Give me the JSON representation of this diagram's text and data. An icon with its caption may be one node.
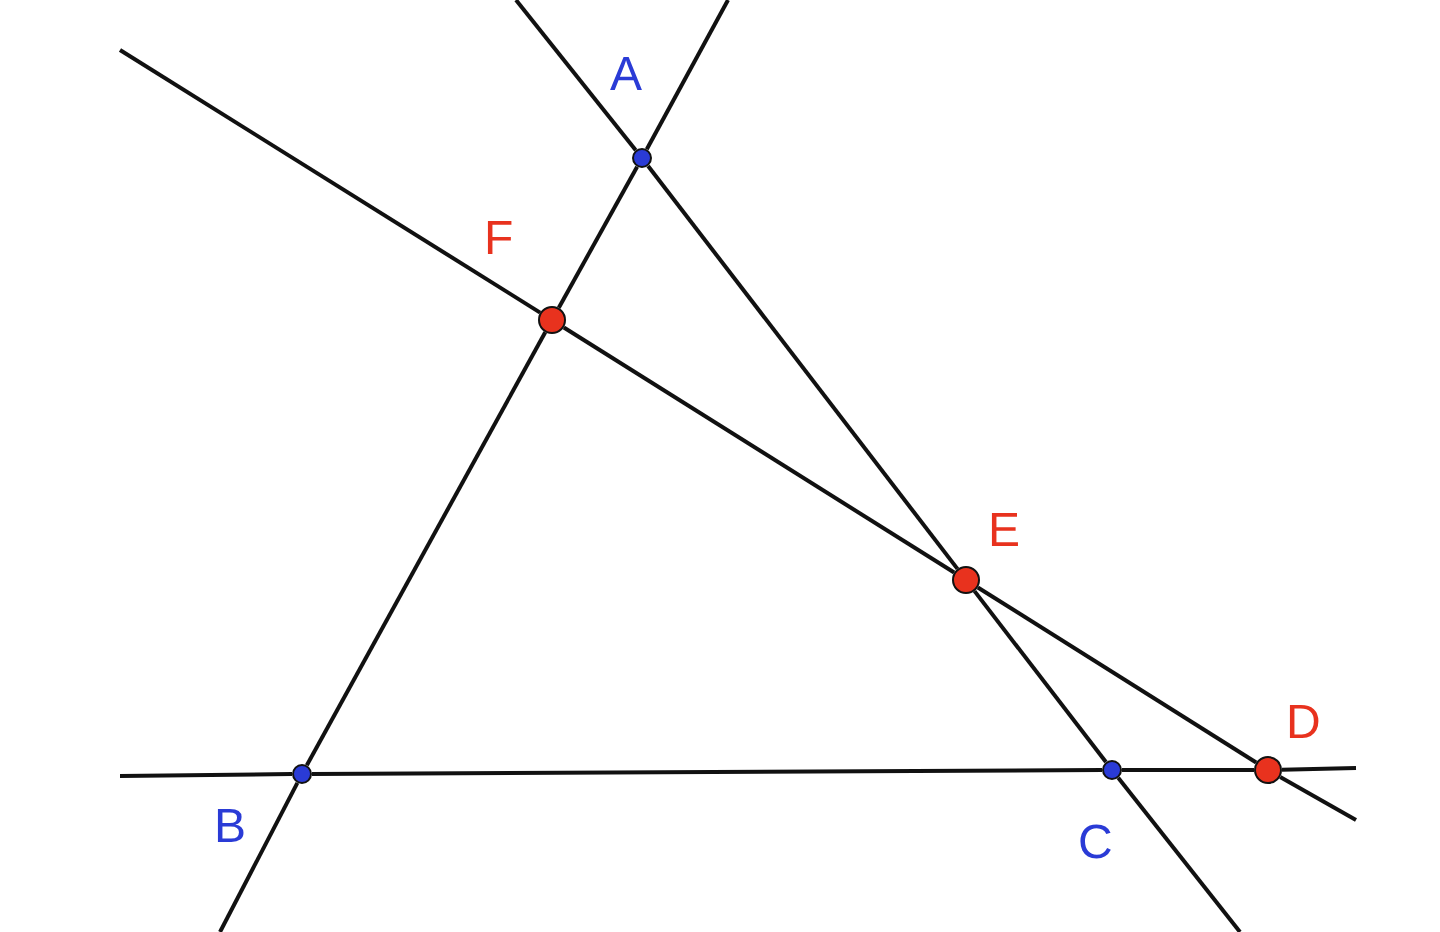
{
  "diagram": {
    "nodes": [
      {
        "text": [
          "A"
        ]
      },
      {
        "text": [
          "F"
        ]
      },
      {
        "text": [
          "E"
        ]
      },
      {
        "text": [
          "D"
        ]
      },
      {
        "text": [
          "B"
        ]
      },
      {
        "text": [
          "C"
        ]
      }
    ],
    "edges": [
      {
        "from": 0,
        "to": 1,
        "arrow": "none"
      },
      {
        "from": 1,
        "to": 4,
        "arrow": "none"
      },
      {
        "from": 0,
        "to": 2,
        "arrow": "none"
      },
      {
        "from": 2,
        "to": 5,
        "arrow": "none"
      },
      {
        "from": 4,
        "to": 5,
        "arrow": "none"
      },
      {
        "from": 5,
        "to": 3,
        "arrow": "none"
      },
      {
        "from": 1,
        "to": 2,
        "arrow": "none"
      },
      {
        "from": 2,
        "to": 3,
        "arrow": "none"
      },
      {
        "from": null,
        "to": 0,
        "arrow": "none"
      },
      {
        "from": null,
        "to": 0,
        "arrow": "none"
      },
      {
        "from": 4,
        "to": null,
        "arrow": "none"
      },
      {
        "from": 5,
        "to": null,
        "arrow": "none"
      },
      {
        "from": null,
        "to": 4,
        "arrow": "none"
      },
      {
        "from": 3,
        "to": null,
        "arrow": "none"
      },
      {
        "from": null,
        "to": 1,
        "arrow": "none"
      },
      {
        "from": 3,
        "to": null,
        "arrow": "none"
      }
    ]
  }
}
